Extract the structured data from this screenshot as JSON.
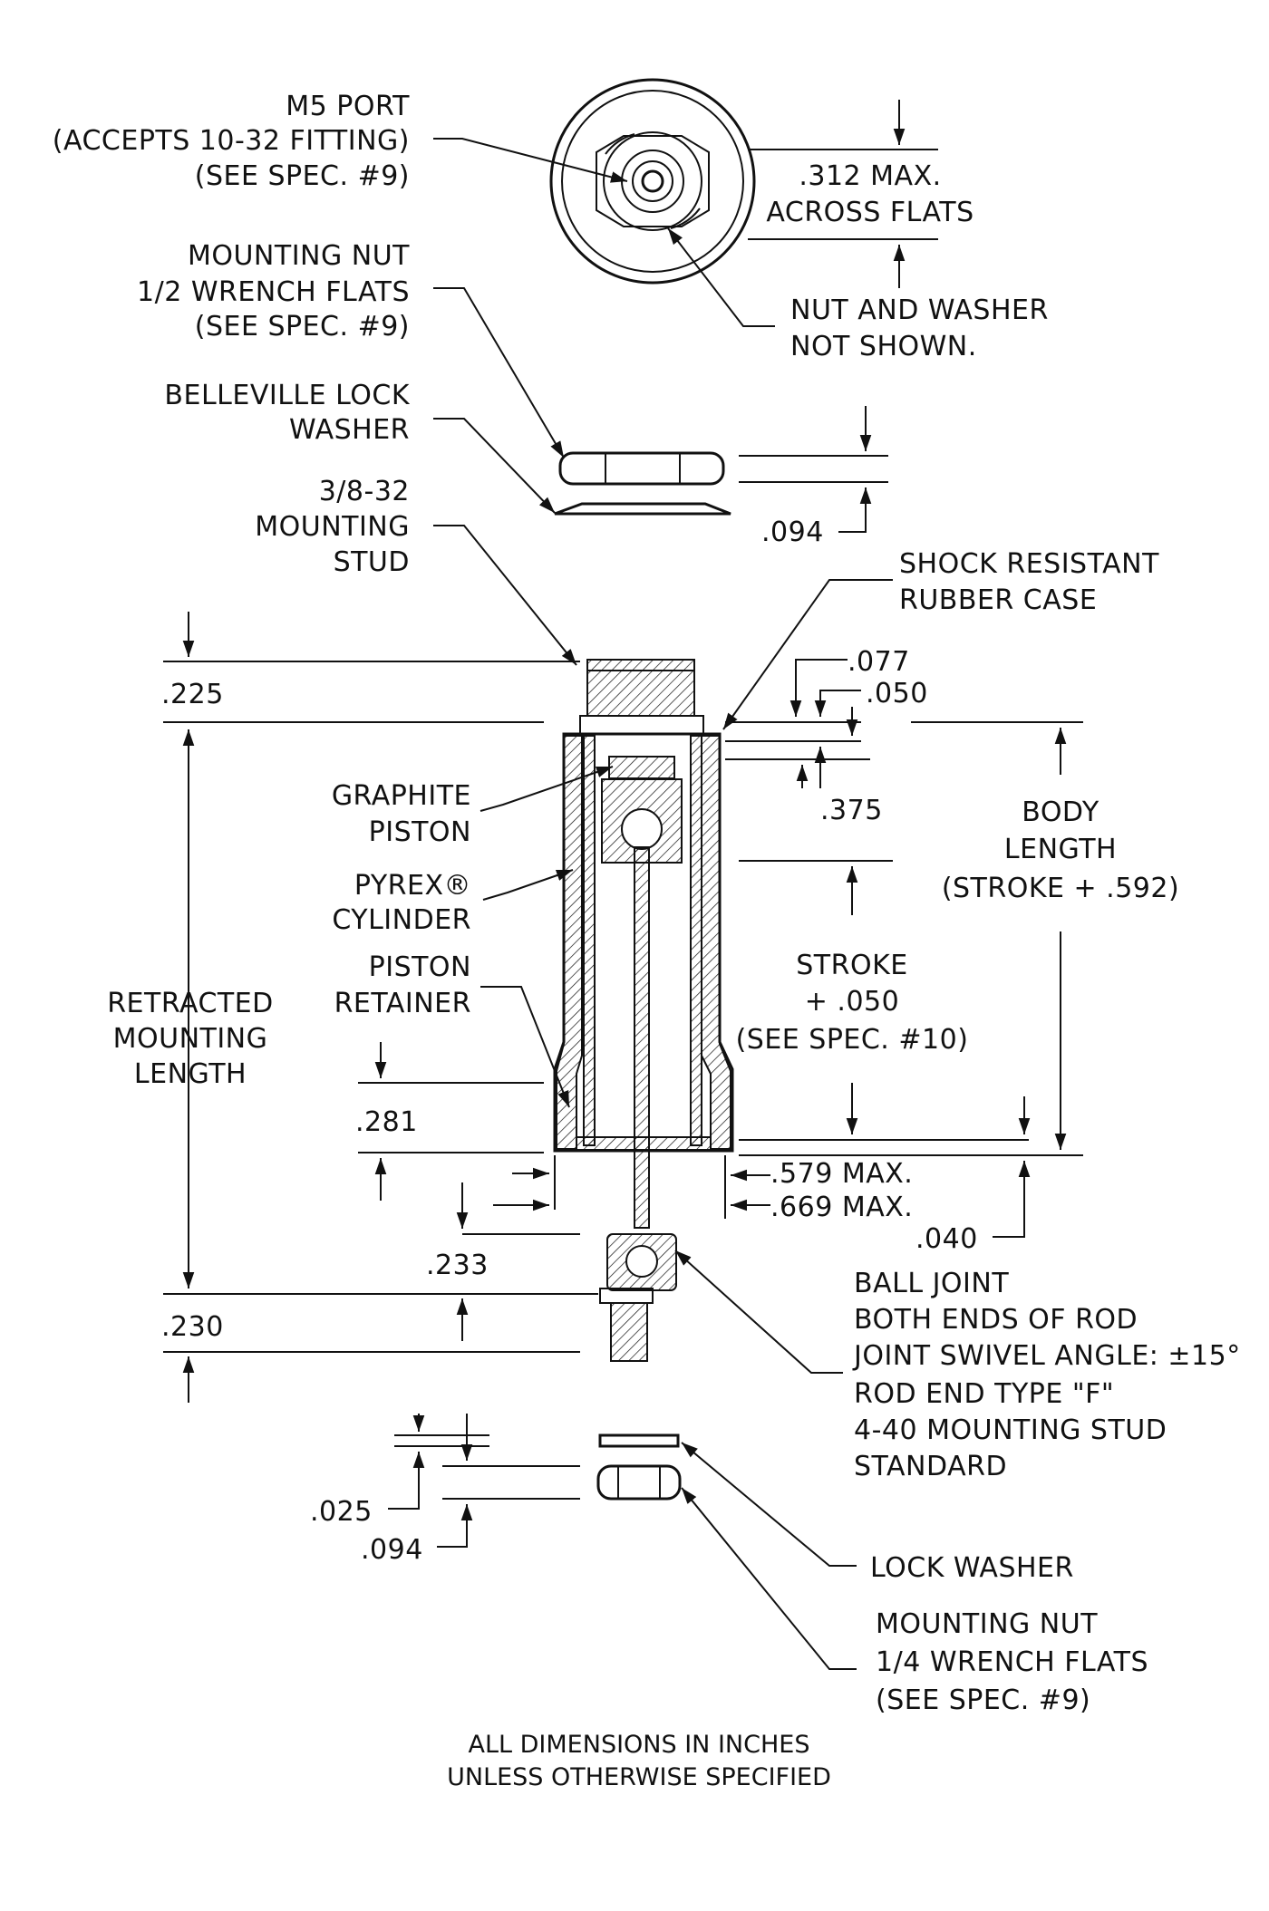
{
  "labels": {
    "m5_port": [
      "M5 PORT",
      "(ACCEPTS 10-32 FITTING)",
      "(SEE SPEC. #9)"
    ],
    "mounting_nut_top": [
      "MOUNTING NUT",
      "1/2 WRENCH FLATS",
      "(SEE SPEC. #9)"
    ],
    "belleville": [
      "BELLEVILLE LOCK",
      "WASHER"
    ],
    "mounting_stud": [
      "3/8-32",
      "MOUNTING",
      "STUD"
    ],
    "across_flats": [
      ".312 MAX.",
      "ACROSS FLATS"
    ],
    "nut_washer_not_shown": [
      "NUT AND WASHER",
      "NOT SHOWN."
    ],
    "shock_case": [
      "SHOCK RESISTANT",
      "RUBBER CASE"
    ],
    "graphite_piston": [
      "GRAPHITE",
      "PISTON"
    ],
    "pyrex_cylinder": [
      "PYREX®",
      "CYLINDER"
    ],
    "piston_retainer": [
      "PISTON",
      "RETAINER"
    ],
    "retracted_length": [
      "RETRACTED",
      "MOUNTING",
      "LENGTH"
    ],
    "body_length": [
      "BODY",
      "LENGTH",
      "(STROKE + .592)"
    ],
    "stroke": [
      "STROKE",
      "+ .050",
      "(SEE SPEC. #10)"
    ],
    "ball_joint": [
      "BALL JOINT",
      "BOTH ENDS OF ROD",
      "JOINT SWIVEL ANGLE: ±15°",
      "ROD END TYPE \"F\"",
      "4-40 MOUNTING STUD",
      "STANDARD"
    ],
    "lock_washer": [
      "LOCK WASHER"
    ],
    "mounting_nut_bottom": [
      "MOUNTING NUT",
      "1/4 WRENCH FLATS",
      "(SEE SPEC. #9)"
    ],
    "footer": [
      "ALL DIMENSIONS IN INCHES",
      "UNLESS OTHERWISE SPECIFIED"
    ]
  },
  "dimensions": {
    "d_094_top": ".094",
    "d_225": ".225",
    "d_077": ".077",
    "d_050": ".050",
    "d_375": ".375",
    "d_281": ".281",
    "d_579": ".579 MAX.",
    "d_669": ".669 MAX.",
    "d_040": ".040",
    "d_233": ".233",
    "d_230": ".230",
    "d_025": ".025",
    "d_094_bottom": ".094"
  }
}
